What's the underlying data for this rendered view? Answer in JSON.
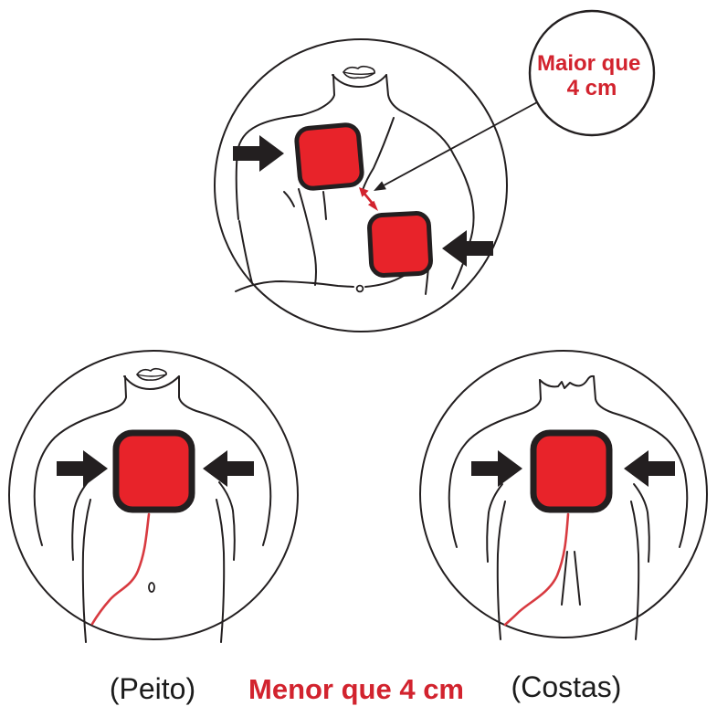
{
  "callout": {
    "line1": "Maior que",
    "line2": "4 cm"
  },
  "captions": {
    "chest": "(Peito)",
    "distance": "Menor que 4 cm",
    "back": "(Costas)"
  },
  "colors": {
    "pad-red": "#e8232a",
    "accent-red": "#d2232e",
    "wire-red": "#d83a40",
    "line-black": "#231f20",
    "page-bg": "#ffffff"
  }
}
